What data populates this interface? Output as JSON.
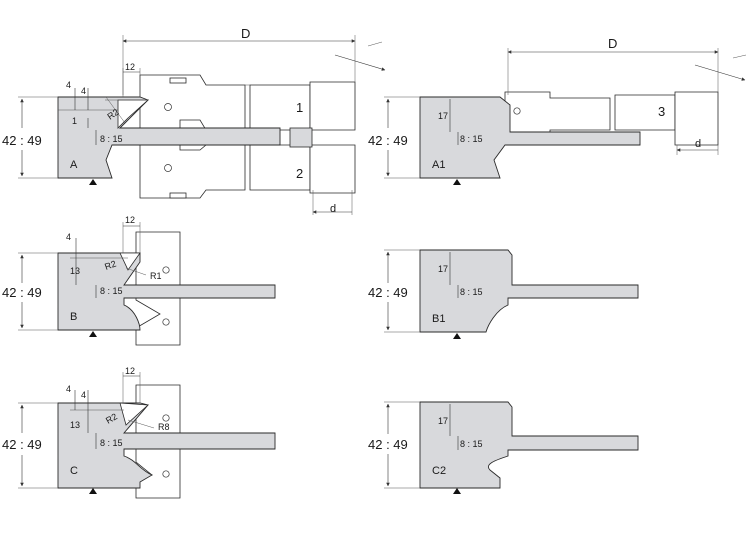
{
  "colors": {
    "profile_fill": "#d8d9dc",
    "line": "#2a2a2a",
    "insert_dark": "#a9aaad"
  },
  "dims": {
    "D": "D",
    "d": "d",
    "height": "42 : 49",
    "width_12": "12",
    "four": "4",
    "one": "1",
    "thirteen": "13",
    "seventeen": "17",
    "slot": "8 : 15",
    "r2": "R2",
    "r1": "R1",
    "r8": "R8"
  },
  "profiles": {
    "A": "A",
    "A1": "A1",
    "B": "B",
    "B1": "B1",
    "C": "C",
    "C2": "C2"
  },
  "tools": {
    "t1": "1",
    "t2": "2",
    "t3": "3"
  }
}
